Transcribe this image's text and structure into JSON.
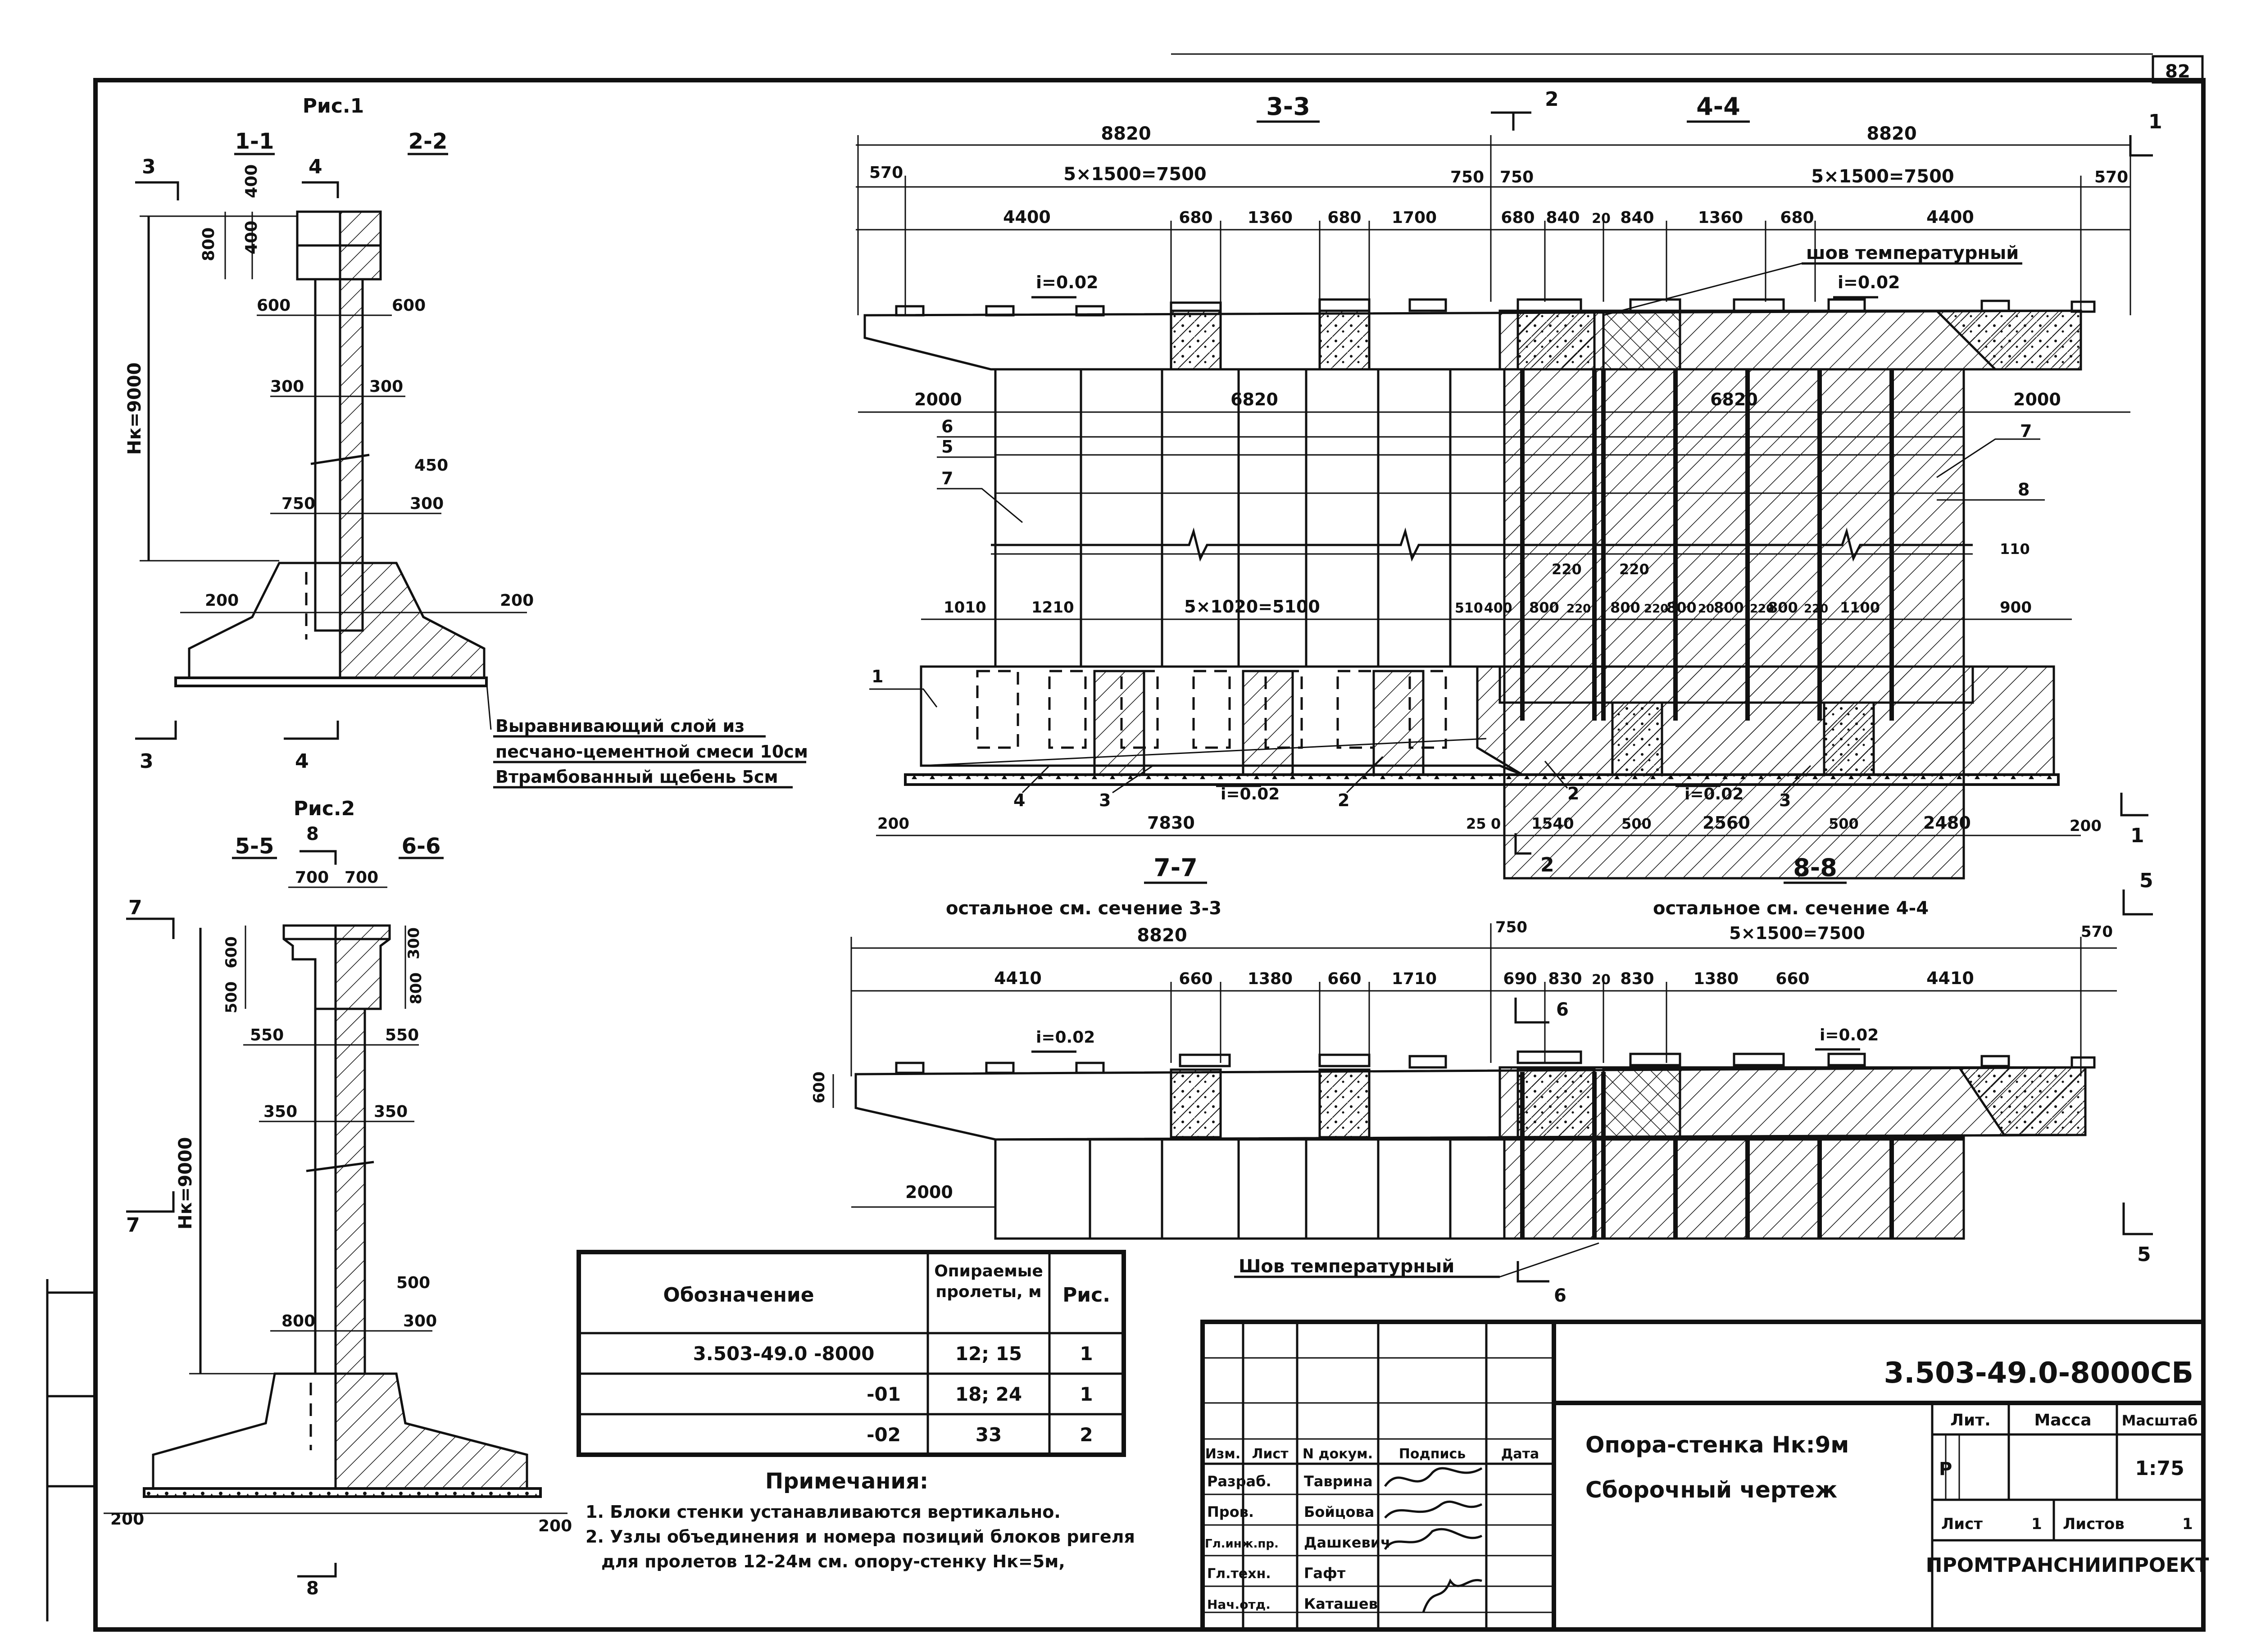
{
  "sheet": {
    "number": "82"
  },
  "fig1": {
    "caption": "Рис.1",
    "section_1_1": "1-1",
    "section_2_2": "2-2",
    "mark_3_top": "3",
    "mark_3_bottom": "3",
    "mark_4_top": "4",
    "mark_4_bottom": "4",
    "height_label": "Hк=9000",
    "dims": {
      "d400a": "400",
      "d400b": "400",
      "d800": "800",
      "d600l": "600",
      "d600r": "600",
      "d300l": "300",
      "d300r": "300",
      "d450": "450",
      "d750": "750",
      "d300b": "300",
      "d200l": "200",
      "d200r": "200"
    },
    "bedding_note": [
      "Выравнивающий слой из",
      "песчано-цементной смеси 10см",
      "Втрамбованный щебень 5см"
    ]
  },
  "fig2": {
    "caption": "Рис.2",
    "section_5_5": "5-5",
    "section_6_6": "6-6",
    "mark_8_top": "8",
    "mark_8_bottom": "8",
    "mark_7_top": "7",
    "mark_7_bottom": "7",
    "height_label": "Hк=9000",
    "dims": {
      "d700l": "700",
      "d700r": "700",
      "d600": "600",
      "d500": "500",
      "d300": "300",
      "d800": "800",
      "d550l": "550",
      "d550r": "550",
      "d350l": "350",
      "d350r": "350",
      "d500b": "500",
      "d800b": "800",
      "d300b": "300",
      "d200l": "200",
      "d200r": "200"
    }
  },
  "section_33_44": {
    "title_33": "3-3",
    "title_44": "4-4",
    "mark_2_top": "2",
    "mark_2_bottom": "2",
    "mark_1_top": "1",
    "mark_1_bottom": "1",
    "overall_left": "8820",
    "overall_right": "8820",
    "row2": [
      "570",
      "5×1500=7500",
      "750",
      "750",
      "5×1500=7500",
      "570"
    ],
    "row3": [
      "4400",
      "680",
      "1360",
      "680",
      "1700",
      "680",
      "840",
      "20",
      "840",
      "1360",
      "680",
      "4400"
    ],
    "seam_label": "шов температурный",
    "slope_left": "i=0.02",
    "slope_right": "i=0.02",
    "d2000l": "2000",
    "d6820l": "6820",
    "d6820r": "6820",
    "d2000r": "2000",
    "pos_labels": [
      "6",
      "5",
      "7",
      "7",
      "8",
      "1",
      "4",
      "3",
      "2",
      "2",
      "3"
    ],
    "low_dims": [
      "1010",
      "1210",
      "5×1020=5100",
      "510",
      "400",
      "800",
      "220",
      "800",
      "220",
      "800",
      "20",
      "800",
      "220",
      "800",
      "220",
      "1100",
      "900"
    ],
    "d220a": "220",
    "d220b": "220",
    "d110": "110",
    "slope_bot_left": "i=0.02",
    "slope_bot_right": "i=0.02",
    "bottom_dims": [
      "200",
      "7830",
      "25",
      "0",
      "1540",
      "500",
      "2560",
      "500",
      "2480",
      "200"
    ]
  },
  "section_77_88": {
    "title_77": "7-7",
    "title_88": "8-8",
    "note_77": "остальное см. сечение 3-3",
    "note_88": "остальное см. сечение 4-4",
    "mark_5_top": "5",
    "mark_5_bottom": "5",
    "mark_6_top": "6",
    "mark_6_bottom": "6",
    "d750": "750",
    "overall": "8820",
    "span": "5×1500=7500",
    "d570": "570",
    "row3": [
      "4410",
      "660",
      "1380",
      "660",
      "1710",
      "690",
      "830",
      "20",
      "830",
      "1380",
      "660",
      "4410"
    ],
    "slope_left": "i=0.02",
    "slope_right": "i=0.02",
    "d600": "600",
    "d2000": "2000",
    "seam_label": "Шов температурный"
  },
  "spec_table": {
    "headers": [
      "Обозначение",
      "Опираемые пролеты, м",
      "Рис."
    ],
    "rows": [
      [
        "3.503-49.0 -8000",
        "12; 15",
        "1"
      ],
      [
        "-01",
        "18; 24",
        "1"
      ],
      [
        "-02",
        "33",
        "2"
      ]
    ]
  },
  "notes": {
    "title": "Примечания:",
    "lines": [
      "1. Блоки стенки устанавливаются вертикально.",
      "2. Узлы объединения и номера позиций блоков ригеля",
      "для пролетов 12-24м см. опору-стенку Hк=5м,"
    ]
  },
  "title_block": {
    "designation": "3.503-49.0-8000СБ",
    "name_line1": "Опора-стенка Hк:9м",
    "name_line2": "Сборочный чертеж",
    "head_cols": [
      "Изм.",
      "Лист",
      "N докум.",
      "Подпись",
      "Дата"
    ],
    "roles": [
      [
        "Разраб.",
        "Таврина"
      ],
      [
        "Пров.",
        "Бойцова"
      ],
      [
        "Гл.инж.пр.",
        "Дашкевич"
      ],
      [
        "Гл.техн.",
        "Гафт"
      ],
      [
        "Нач.отд.",
        "Каташев"
      ]
    ],
    "lit_label": "Лит.",
    "mass_label": "Масса",
    "scale_label": "Масштаб",
    "lit_value": "Р",
    "scale_value": "1:75",
    "sheet_label": "Лист",
    "sheet_value": "1",
    "sheets_label": "Листов",
    "sheets_value": "1",
    "org": "ПРОМТРАНСНИИПРОЕКТ"
  }
}
